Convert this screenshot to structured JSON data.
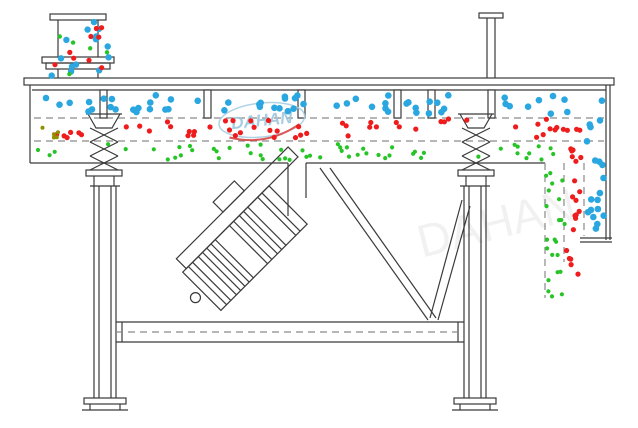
{
  "watermark": {
    "text": "DAHAN",
    "faint_text": "DAHAN"
  },
  "colors": {
    "blue": "#2aa7e0",
    "red": "#ee1c1c",
    "green": "#27c427",
    "olive": "#8f8f00",
    "line": "#3a3a3a",
    "dash": "#8a8a8a",
    "watermark_blue": "#9dc7dd",
    "watermark_red": "#d84444"
  },
  "particles": {
    "dot_groups": [
      {
        "name": "inlet-blue",
        "color": "blue",
        "count": 14,
        "r": 3.2,
        "region": [
          44,
          8,
          112,
          78
        ],
        "seed": 11
      },
      {
        "name": "inlet-red",
        "color": "red",
        "count": 9,
        "r": 2.6,
        "region": [
          48,
          12,
          110,
          76
        ],
        "seed": 22
      },
      {
        "name": "inlet-green",
        "color": "green",
        "count": 5,
        "r": 2.2,
        "region": [
          52,
          30,
          108,
          76
        ],
        "seed": 33
      },
      {
        "name": "deck-top-blue",
        "color": "blue",
        "count": 62,
        "r": 3.3,
        "region": [
          36,
          95,
          604,
          114
        ],
        "seed": 44
      },
      {
        "name": "deck-mid-red",
        "color": "red",
        "count": 56,
        "r": 2.6,
        "region": [
          36,
          119,
          582,
          138
        ],
        "seed": 55
      },
      {
        "name": "deck-bottom-green",
        "color": "green",
        "count": 56,
        "r": 2.1,
        "region": [
          36,
          144,
          560,
          160
        ],
        "seed": 66
      },
      {
        "name": "left-olive",
        "color": "olive",
        "count": 5,
        "r": 2.0,
        "region": [
          40,
          124,
          92,
          138
        ],
        "seed": 77
      },
      {
        "name": "discharge-blue",
        "color": "blue",
        "count": 18,
        "r": 3.3,
        "region": [
          587,
          116,
          604,
          230
        ],
        "seed": 88
      },
      {
        "name": "discharge-red",
        "color": "red",
        "count": 20,
        "r": 2.6,
        "region": [
          566,
          140,
          582,
          284
        ],
        "seed": 99
      },
      {
        "name": "discharge-green",
        "color": "green",
        "count": 22,
        "r": 2.1,
        "region": [
          546,
          162,
          566,
          298
        ],
        "seed": 110
      }
    ]
  }
}
